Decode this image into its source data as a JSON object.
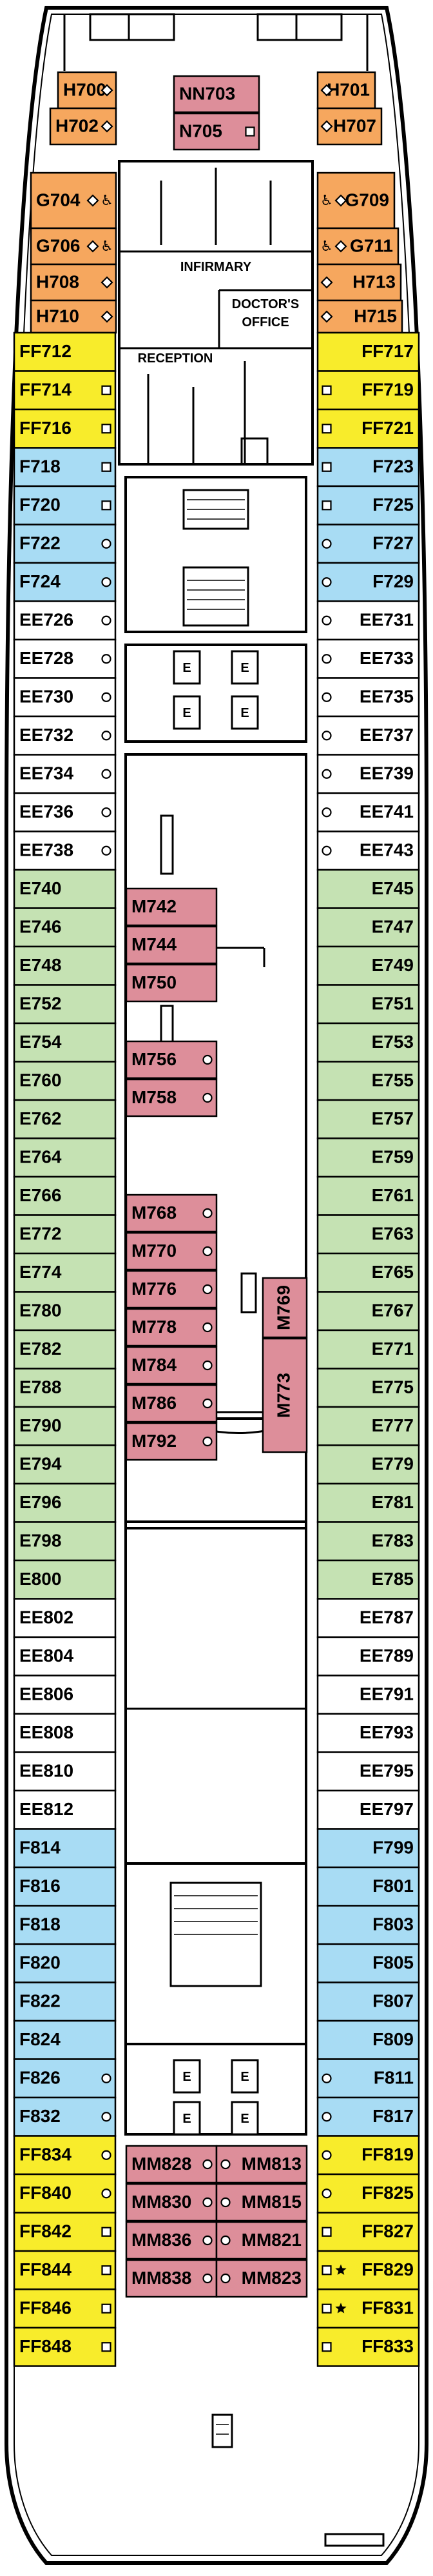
{
  "colors": {
    "orange": "#f6a75e",
    "pink": "#dd8e9a",
    "yellow": "#f8ec2b",
    "blue": "#a8dcf4",
    "green": "#c5e2b3",
    "white": "#ffffff",
    "outline": "#000000"
  },
  "rooms": {
    "infirmary": "INFIRMARY",
    "doctors_office_1": "DOCTOR'S",
    "doctors_office_2": "OFFICE",
    "reception": "RECEPTION",
    "elevator": "E"
  },
  "cabins": {
    "left": [
      {
        "label": "H700",
        "color": "orange",
        "icons": [
          "diamond"
        ]
      },
      {
        "label": "H702",
        "color": "orange",
        "icons": [
          "diamond"
        ]
      },
      {
        "label": "G704",
        "color": "orange",
        "icons": [
          "diamond",
          "accessible"
        ]
      },
      {
        "label": "G706",
        "color": "orange",
        "icons": [
          "diamond",
          "accessible"
        ]
      },
      {
        "label": "H708",
        "color": "orange",
        "icons": [
          "diamond"
        ]
      },
      {
        "label": "H710",
        "color": "orange",
        "icons": [
          "diamond"
        ]
      },
      {
        "label": "FF712",
        "color": "yellow",
        "icons": []
      },
      {
        "label": "FF714",
        "color": "yellow",
        "icons": [
          "square"
        ]
      },
      {
        "label": "FF716",
        "color": "yellow",
        "icons": [
          "square"
        ]
      },
      {
        "label": "F718",
        "color": "blue",
        "icons": [
          "square"
        ]
      },
      {
        "label": "F720",
        "color": "blue",
        "icons": [
          "square"
        ]
      },
      {
        "label": "F722",
        "color": "blue",
        "icons": [
          "circle"
        ]
      },
      {
        "label": "F724",
        "color": "blue",
        "icons": [
          "circle"
        ]
      },
      {
        "label": "EE726",
        "color": "white",
        "icons": [
          "circle"
        ]
      },
      {
        "label": "EE728",
        "color": "white",
        "icons": [
          "circle"
        ]
      },
      {
        "label": "EE730",
        "color": "white",
        "icons": [
          "circle"
        ]
      },
      {
        "label": "EE732",
        "color": "white",
        "icons": [
          "circle"
        ]
      },
      {
        "label": "EE734",
        "color": "white",
        "icons": [
          "circle"
        ]
      },
      {
        "label": "EE736",
        "color": "white",
        "icons": [
          "circle"
        ]
      },
      {
        "label": "EE738",
        "color": "white",
        "icons": [
          "circle"
        ]
      },
      {
        "label": "E740",
        "color": "green",
        "icons": []
      },
      {
        "label": "E746",
        "color": "green",
        "icons": []
      },
      {
        "label": "E748",
        "color": "green",
        "icons": []
      },
      {
        "label": "E752",
        "color": "green",
        "icons": []
      },
      {
        "label": "E754",
        "color": "green",
        "icons": []
      },
      {
        "label": "E760",
        "color": "green",
        "icons": []
      },
      {
        "label": "E762",
        "color": "green",
        "icons": []
      },
      {
        "label": "E764",
        "color": "green",
        "icons": []
      },
      {
        "label": "E766",
        "color": "green",
        "icons": []
      },
      {
        "label": "E772",
        "color": "green",
        "icons": []
      },
      {
        "label": "E774",
        "color": "green",
        "icons": []
      },
      {
        "label": "E780",
        "color": "green",
        "icons": []
      },
      {
        "label": "E782",
        "color": "green",
        "icons": []
      },
      {
        "label": "E788",
        "color": "green",
        "icons": []
      },
      {
        "label": "E790",
        "color": "green",
        "icons": []
      },
      {
        "label": "E794",
        "color": "green",
        "icons": []
      },
      {
        "label": "E796",
        "color": "green",
        "icons": []
      },
      {
        "label": "E798",
        "color": "green",
        "icons": []
      },
      {
        "label": "E800",
        "color": "green",
        "icons": []
      },
      {
        "label": "EE802",
        "color": "white",
        "icons": []
      },
      {
        "label": "EE804",
        "color": "white",
        "icons": []
      },
      {
        "label": "EE806",
        "color": "white",
        "icons": []
      },
      {
        "label": "EE808",
        "color": "white",
        "icons": []
      },
      {
        "label": "EE810",
        "color": "white",
        "icons": []
      },
      {
        "label": "EE812",
        "color": "white",
        "icons": []
      },
      {
        "label": "F814",
        "color": "blue",
        "icons": []
      },
      {
        "label": "F816",
        "color": "blue",
        "icons": []
      },
      {
        "label": "F818",
        "color": "blue",
        "icons": []
      },
      {
        "label": "F820",
        "color": "blue",
        "icons": []
      },
      {
        "label": "F822",
        "color": "blue",
        "icons": []
      },
      {
        "label": "F824",
        "color": "blue",
        "icons": []
      },
      {
        "label": "F826",
        "color": "blue",
        "icons": [
          "circle"
        ]
      },
      {
        "label": "F832",
        "color": "blue",
        "icons": [
          "circle"
        ]
      },
      {
        "label": "FF834",
        "color": "yellow",
        "icons": [
          "circle"
        ]
      },
      {
        "label": "FF840",
        "color": "yellow",
        "icons": [
          "circle"
        ]
      },
      {
        "label": "FF842",
        "color": "yellow",
        "icons": [
          "square"
        ]
      },
      {
        "label": "FF844",
        "color": "yellow",
        "icons": [
          "square"
        ]
      },
      {
        "label": "FF846",
        "color": "yellow",
        "icons": [
          "square"
        ]
      },
      {
        "label": "FF848",
        "color": "yellow",
        "icons": [
          "square"
        ]
      }
    ],
    "right": [
      {
        "label": "H701",
        "color": "orange",
        "icons": [
          "diamond"
        ]
      },
      {
        "label": "H707",
        "color": "orange",
        "icons": [
          "diamond"
        ]
      },
      {
        "label": "G709",
        "color": "orange",
        "icons": [
          "diamond",
          "accessible"
        ]
      },
      {
        "label": "G711",
        "color": "orange",
        "icons": [
          "diamond",
          "accessible"
        ]
      },
      {
        "label": "H713",
        "color": "orange",
        "icons": [
          "diamond"
        ]
      },
      {
        "label": "H715",
        "color": "orange",
        "icons": [
          "diamond"
        ]
      },
      {
        "label": "FF717",
        "color": "yellow",
        "icons": []
      },
      {
        "label": "FF719",
        "color": "yellow",
        "icons": [
          "square"
        ]
      },
      {
        "label": "FF721",
        "color": "yellow",
        "icons": [
          "square"
        ]
      },
      {
        "label": "F723",
        "color": "blue",
        "icons": [
          "square"
        ]
      },
      {
        "label": "F725",
        "color": "blue",
        "icons": [
          "square"
        ]
      },
      {
        "label": "F727",
        "color": "blue",
        "icons": [
          "circle"
        ]
      },
      {
        "label": "F729",
        "color": "blue",
        "icons": [
          "circle"
        ]
      },
      {
        "label": "EE731",
        "color": "white",
        "icons": [
          "circle"
        ]
      },
      {
        "label": "EE733",
        "color": "white",
        "icons": [
          "circle"
        ]
      },
      {
        "label": "EE735",
        "color": "white",
        "icons": [
          "circle"
        ]
      },
      {
        "label": "EE737",
        "color": "white",
        "icons": [
          "circle"
        ]
      },
      {
        "label": "EE739",
        "color": "white",
        "icons": [
          "circle"
        ]
      },
      {
        "label": "EE741",
        "color": "white",
        "icons": [
          "circle"
        ]
      },
      {
        "label": "EE743",
        "color": "white",
        "icons": [
          "circle"
        ]
      },
      {
        "label": "E745",
        "color": "green",
        "icons": []
      },
      {
        "label": "E747",
        "color": "green",
        "icons": []
      },
      {
        "label": "E749",
        "color": "green",
        "icons": []
      },
      {
        "label": "E751",
        "color": "green",
        "icons": []
      },
      {
        "label": "E753",
        "color": "green",
        "icons": []
      },
      {
        "label": "E755",
        "color": "green",
        "icons": []
      },
      {
        "label": "E757",
        "color": "green",
        "icons": []
      },
      {
        "label": "E759",
        "color": "green",
        "icons": []
      },
      {
        "label": "E761",
        "color": "green",
        "icons": []
      },
      {
        "label": "E763",
        "color": "green",
        "icons": []
      },
      {
        "label": "E765",
        "color": "green",
        "icons": []
      },
      {
        "label": "E767",
        "color": "green",
        "icons": []
      },
      {
        "label": "E771",
        "color": "green",
        "icons": []
      },
      {
        "label": "E775",
        "color": "green",
        "icons": []
      },
      {
        "label": "E777",
        "color": "green",
        "icons": []
      },
      {
        "label": "E779",
        "color": "green",
        "icons": []
      },
      {
        "label": "E781",
        "color": "green",
        "icons": []
      },
      {
        "label": "E783",
        "color": "green",
        "icons": []
      },
      {
        "label": "E785",
        "color": "green",
        "icons": []
      },
      {
        "label": "EE787",
        "color": "white",
        "icons": []
      },
      {
        "label": "EE789",
        "color": "white",
        "icons": []
      },
      {
        "label": "EE791",
        "color": "white",
        "icons": []
      },
      {
        "label": "EE793",
        "color": "white",
        "icons": []
      },
      {
        "label": "EE795",
        "color": "white",
        "icons": []
      },
      {
        "label": "EE797",
        "color": "white",
        "icons": []
      },
      {
        "label": "F799",
        "color": "blue",
        "icons": []
      },
      {
        "label": "F801",
        "color": "blue",
        "icons": []
      },
      {
        "label": "F803",
        "color": "blue",
        "icons": []
      },
      {
        "label": "F805",
        "color": "blue",
        "icons": []
      },
      {
        "label": "F807",
        "color": "blue",
        "icons": []
      },
      {
        "label": "F809",
        "color": "blue",
        "icons": []
      },
      {
        "label": "F811",
        "color": "blue",
        "icons": [
          "circle"
        ]
      },
      {
        "label": "F817",
        "color": "blue",
        "icons": [
          "circle"
        ]
      },
      {
        "label": "FF819",
        "color": "yellow",
        "icons": [
          "circle"
        ]
      },
      {
        "label": "FF825",
        "color": "yellow",
        "icons": [
          "circle"
        ]
      },
      {
        "label": "FF827",
        "color": "yellow",
        "icons": [
          "square"
        ]
      },
      {
        "label": "FF829",
        "color": "yellow",
        "icons": [
          "star",
          "square"
        ]
      },
      {
        "label": "FF831",
        "color": "yellow",
        "icons": [
          "star",
          "square"
        ]
      },
      {
        "label": "FF833",
        "color": "yellow",
        "icons": [
          "square"
        ]
      }
    ],
    "top_center": [
      {
        "label": "NN703",
        "color": "pink",
        "icons": []
      },
      {
        "label": "N705",
        "color": "pink",
        "icons": [
          "square"
        ]
      }
    ],
    "center_m": [
      {
        "label": "M742",
        "color": "pink",
        "icons": []
      },
      {
        "label": "M744",
        "color": "pink",
        "icons": []
      },
      {
        "label": "M750",
        "color": "pink",
        "icons": []
      },
      {
        "label": "M756",
        "color": "pink",
        "icons": [
          "circle"
        ]
      },
      {
        "label": "M758",
        "color": "pink",
        "icons": [
          "circle"
        ]
      },
      {
        "label": "M768",
        "color": "pink",
        "icons": [
          "circle"
        ]
      },
      {
        "label": "M770",
        "color": "pink",
        "icons": [
          "circle"
        ]
      },
      {
        "label": "M776",
        "color": "pink",
        "icons": [
          "circle"
        ]
      },
      {
        "label": "M778",
        "color": "pink",
        "icons": [
          "circle"
        ]
      },
      {
        "label": "M784",
        "color": "pink",
        "icons": [
          "circle"
        ]
      },
      {
        "label": "M786",
        "color": "pink",
        "icons": [
          "circle"
        ]
      },
      {
        "label": "M792",
        "color": "pink",
        "icons": [
          "circle"
        ]
      }
    ],
    "center_vertical": [
      {
        "label": "M769",
        "color": "pink",
        "icons": []
      },
      {
        "label": "M773",
        "color": "pink",
        "icons": []
      }
    ],
    "center_mm_left": [
      {
        "label": "MM828",
        "color": "pink",
        "icons": [
          "circle"
        ]
      },
      {
        "label": "MM830",
        "color": "pink",
        "icons": [
          "circle"
        ]
      },
      {
        "label": "MM836",
        "color": "pink",
        "icons": [
          "circle"
        ]
      },
      {
        "label": "MM838",
        "color": "pink",
        "icons": [
          "circle"
        ]
      }
    ],
    "center_mm_right": [
      {
        "label": "MM813",
        "color": "pink",
        "icons": [
          "circle"
        ]
      },
      {
        "label": "MM815",
        "color": "pink",
        "icons": [
          "circle"
        ]
      },
      {
        "label": "MM821",
        "color": "pink",
        "icons": [
          "circle"
        ]
      },
      {
        "label": "MM823",
        "color": "pink",
        "icons": [
          "circle"
        ]
      }
    ]
  }
}
